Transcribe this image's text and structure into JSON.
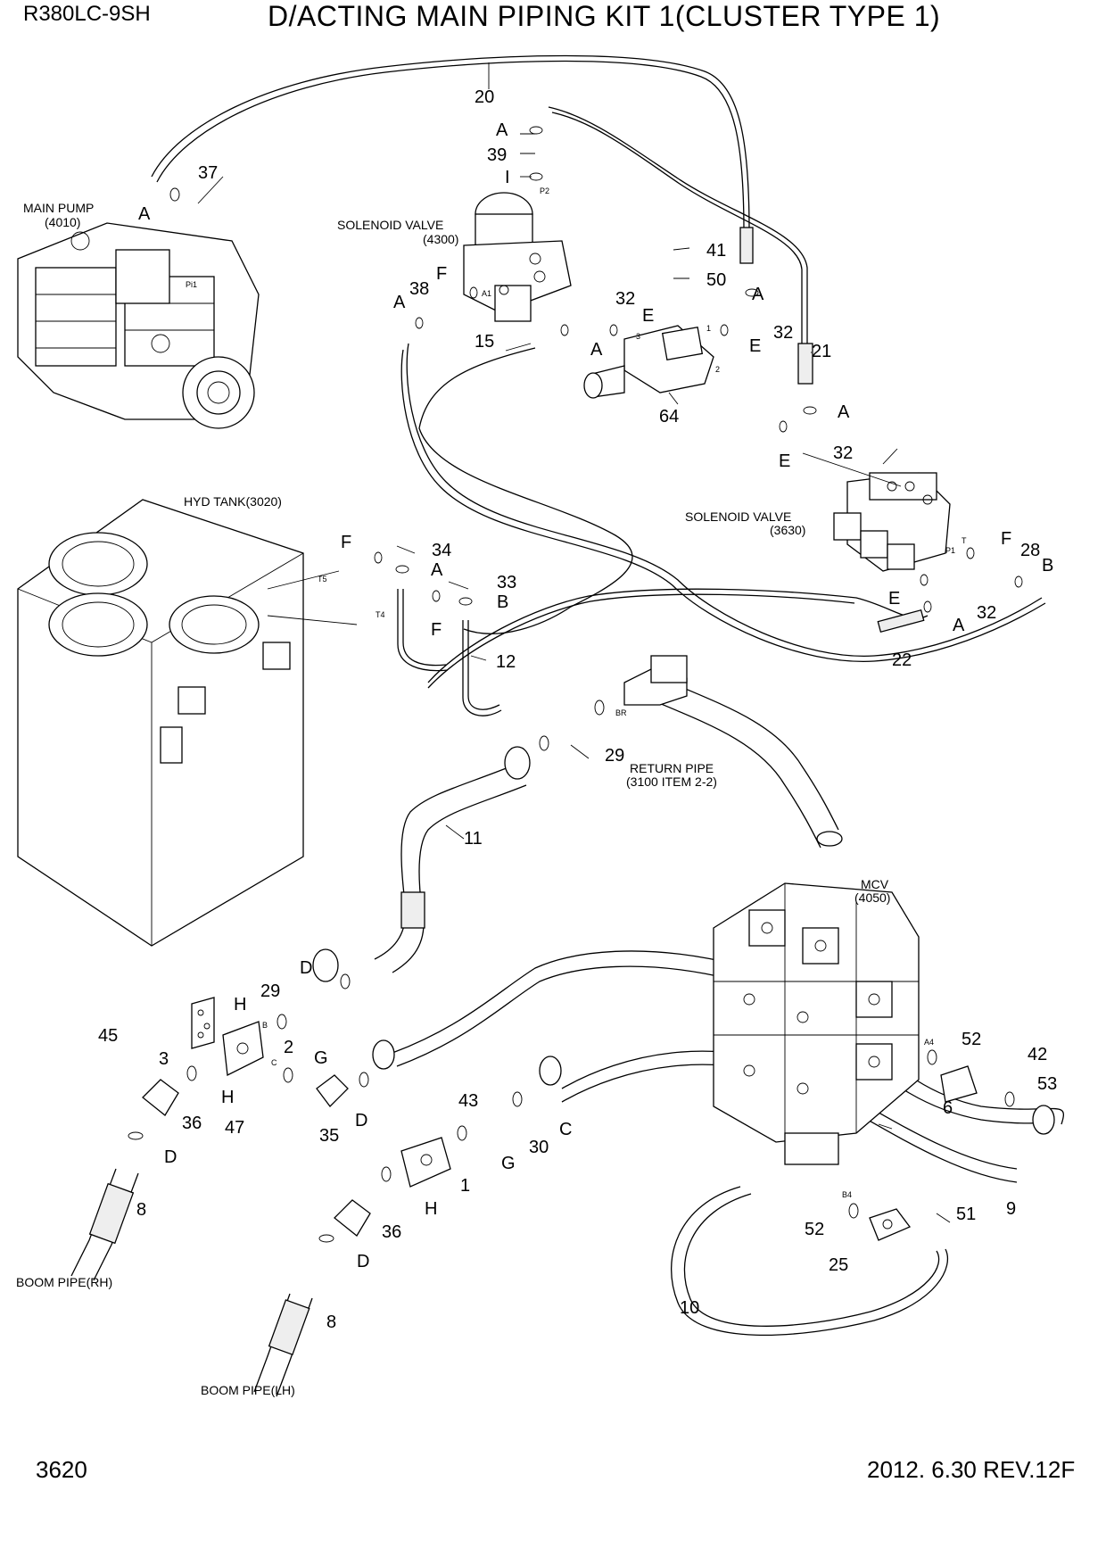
{
  "header": {
    "model": "R380LC-9SH",
    "title": "D/ACTING MAIN PIPING KIT 1(CLUSTER TYPE 1)"
  },
  "footer": {
    "page": "3620",
    "revision": "2012. 6.30  REV.12F"
  },
  "components": {
    "main_pump": {
      "name": "MAIN PUMP",
      "code": "(4010)"
    },
    "solenoid_4300": {
      "name": "SOLENOID VALVE",
      "code": "(4300)"
    },
    "solenoid_3630": {
      "name": "SOLENOID VALVE",
      "code": "(3630)"
    },
    "hyd_tank": {
      "name": "HYD TANK(3020)"
    },
    "return_pipe": {
      "name": "RETURN PIPE",
      "code": "(3100 ITEM 2-2)"
    },
    "mcv": {
      "name": "MCV",
      "code": "(4050)"
    },
    "boom_rh": {
      "name": "BOOM PIPE(RH)"
    },
    "boom_lh": {
      "name": "BOOM PIPE(LH)"
    }
  },
  "callouts": {
    "c20": "20",
    "c21": "21",
    "c22": "22",
    "c37": "37",
    "c39": "39",
    "c38": "38",
    "c15": "15",
    "c41": "41",
    "c50": "50",
    "c64": "64",
    "c32a": "32",
    "c32b": "32",
    "c32c": "32",
    "c32d": "32",
    "c34": "34",
    "c33": "33",
    "c12": "12",
    "c28": "28",
    "c29a": "29",
    "c29b": "29",
    "c11": "11",
    "c45": "45",
    "c3": "3",
    "c2": "2",
    "c36a": "36",
    "c36b": "36",
    "c47": "47",
    "c35": "35",
    "c43": "43",
    "c30": "30",
    "c1": "1",
    "c8a": "8",
    "c8b": "8",
    "c52a": "52",
    "c52b": "52",
    "c42": "42",
    "c53": "53",
    "c6": "6",
    "c51": "51",
    "c9": "9",
    "c25": "25",
    "c10": "10"
  },
  "letters": {
    "A1": "A",
    "A2": "A",
    "A3": "A",
    "A4": "A",
    "A5": "A",
    "A6": "A",
    "A7": "A",
    "A8": "A",
    "I1": "I",
    "F1": "F",
    "F2": "F",
    "F3": "F",
    "F4": "F",
    "E1": "E",
    "E2": "E",
    "E3": "E",
    "E4": "E",
    "B1": "B",
    "B2": "B",
    "D1": "D",
    "D2": "D",
    "D3": "D",
    "D4": "D",
    "H1": "H",
    "H2": "H",
    "H3": "H",
    "G1": "G",
    "G2": "G",
    "C1": "C"
  },
  "ports": {
    "p2": "P2",
    "pi1": "Pi1",
    "a1": "A1",
    "p1": "P1",
    "t": "T",
    "t5": "T5",
    "t4": "T4",
    "br": "BR",
    "a4": "A4",
    "b4": "B4",
    "n1": "1",
    "n2": "2",
    "n3": "3",
    "b": "B",
    "c": "C"
  }
}
